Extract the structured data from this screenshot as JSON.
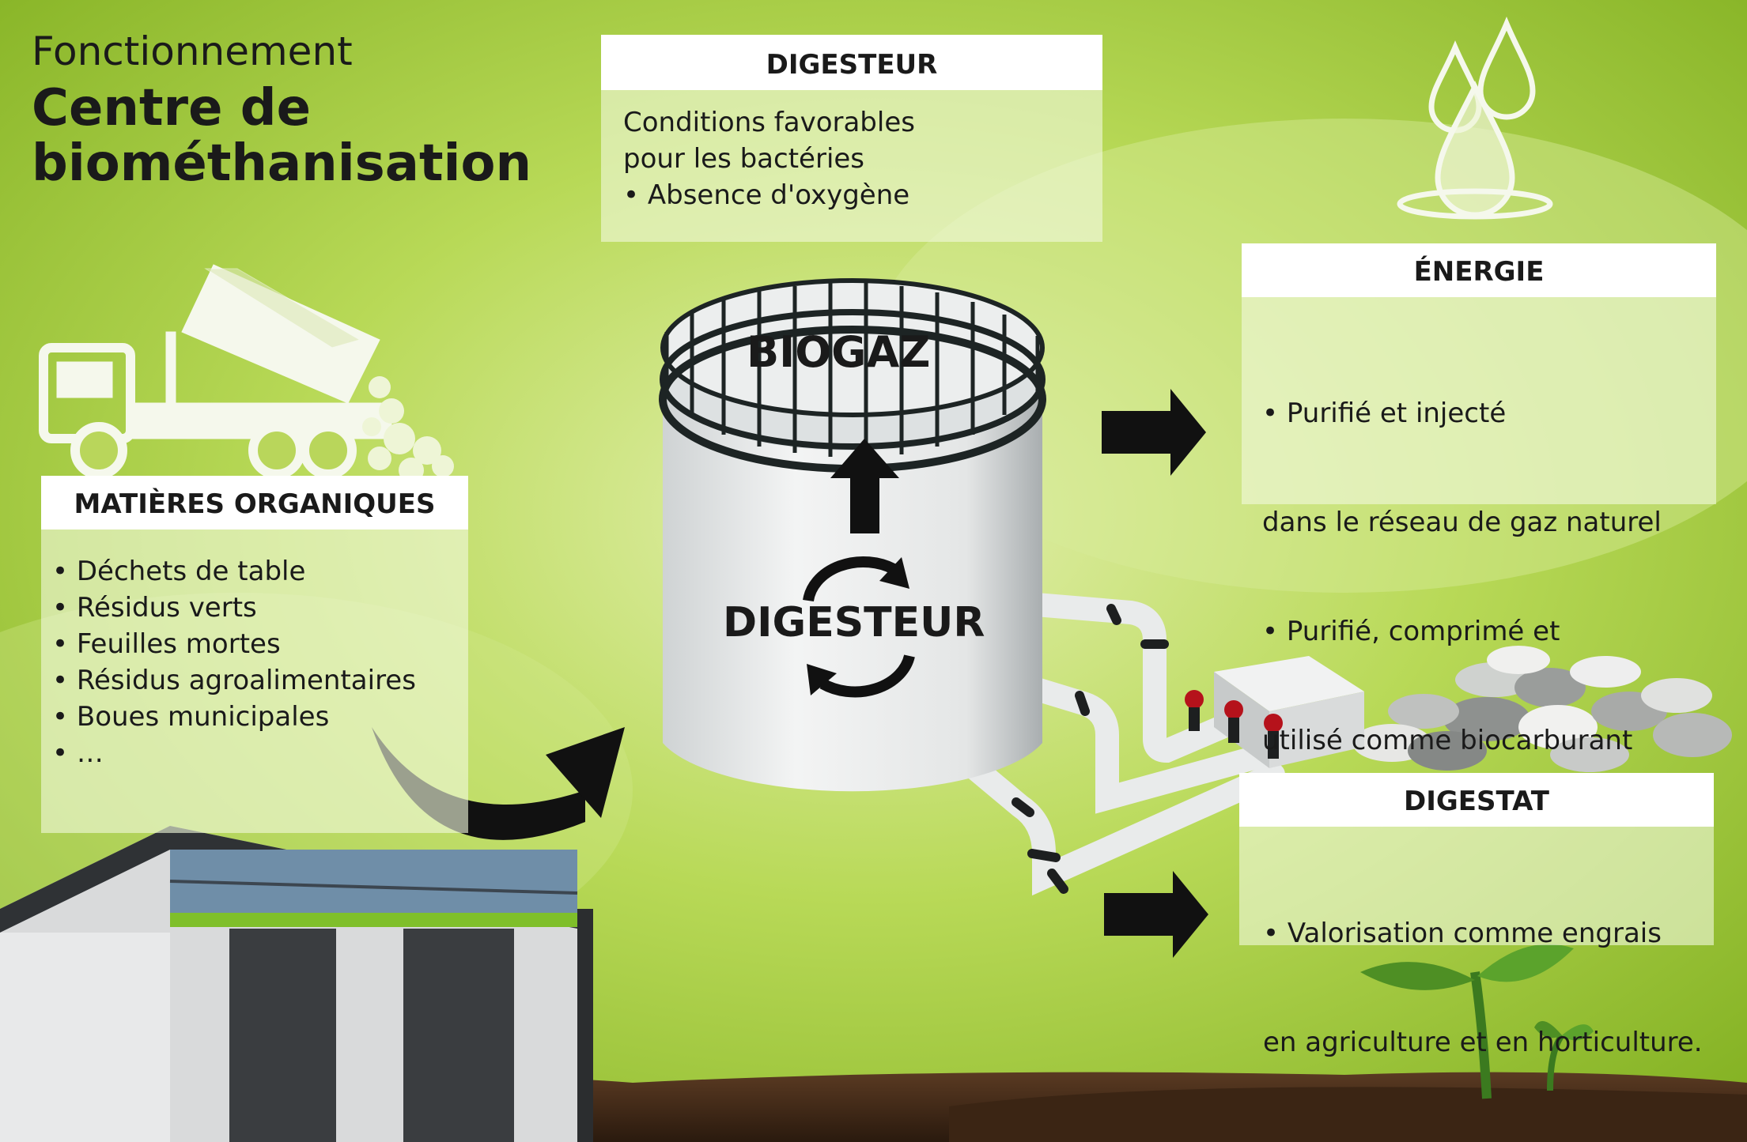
{
  "title": {
    "line1": "Fonctionnement",
    "line2": "Centre de biométhanisation"
  },
  "digesteur_box": {
    "heading": "DIGESTEUR",
    "lines": [
      "Conditions favorables",
      "pour les bactéries",
      "• Absence d'oxygène"
    ]
  },
  "energie_box": {
    "heading": "ÉNERGIE",
    "lines": [
      "• Purifié et injecté",
      "  dans le réseau de gaz naturel",
      "• Purifié, comprimé et",
      "  utilisé comme biocarburant"
    ]
  },
  "matieres_box": {
    "heading": "MATIÈRES ORGANIQUES",
    "lines": [
      "• Déchets de table",
      "• Résidus verts",
      "• Feuilles mortes",
      "• Résidus agroalimentaires",
      "• Boues municipales",
      "• …"
    ]
  },
  "digestat_box": {
    "heading": "DIGESTAT",
    "lines": [
      "• Valorisation comme engrais",
      "  en agriculture et en horticulture."
    ]
  },
  "tank": {
    "top_label": "BIOGAZ",
    "center_label": "DIGESTEUR"
  },
  "icons": [
    "water-drops-icon",
    "dump-truck-icon",
    "recycle-arrows-icon",
    "up-arrow-icon",
    "right-arrow-icon",
    "curved-arrow-icon",
    "seedling-icon",
    "building-icon"
  ],
  "colors": {
    "background_green": "#a9d13e",
    "panel_tint": "#eef6d8",
    "dark": "#1a1a1a"
  }
}
